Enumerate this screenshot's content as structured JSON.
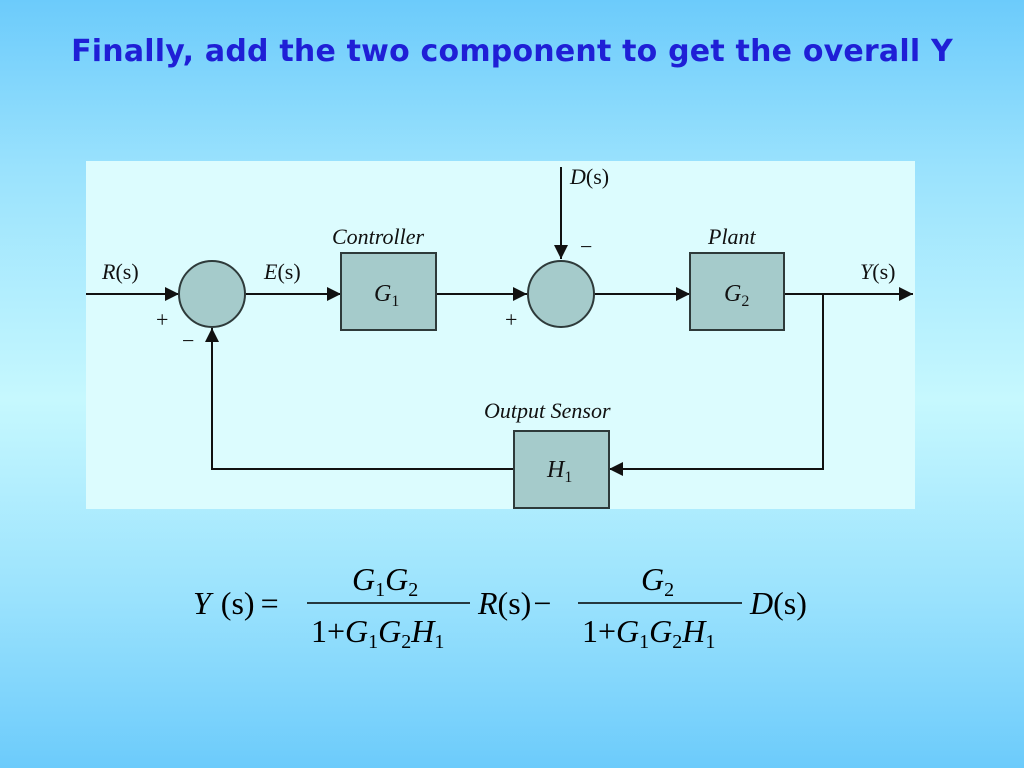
{
  "title": "Finally, add the two component to get the overall Y",
  "diagram": {
    "blocks": {
      "controller": {
        "label": "Controller",
        "symbol": "G",
        "sub": "1"
      },
      "plant": {
        "label": "Plant",
        "symbol": "G",
        "sub": "2"
      },
      "sensor": {
        "label": "Output Sensor",
        "symbol": "H",
        "sub": "1"
      }
    },
    "signals": {
      "input": {
        "sym": "R",
        "arg": "(s)"
      },
      "error": {
        "sym": "E",
        "arg": "(s)"
      },
      "disturbance": {
        "sym": "D",
        "arg": "(s)"
      },
      "output": {
        "sym": "Y",
        "arg": "(s)"
      }
    },
    "signs": {
      "sum1_input": "+",
      "sum1_feedback": "−",
      "sum2_input": "+",
      "sum2_disturbance": "−"
    }
  },
  "equation": {
    "lhs": {
      "sym": "Y",
      "arg": "(s)",
      "eq": "="
    },
    "term1": {
      "num": [
        [
          "G",
          "1"
        ],
        [
          "G",
          "2"
        ]
      ],
      "den_const": "1+",
      "den": [
        [
          "G",
          "1"
        ],
        [
          "G",
          "2"
        ],
        [
          "H",
          "1"
        ]
      ],
      "mult": {
        "sym": "R",
        "arg": "(s)"
      }
    },
    "minus": "−",
    "term2": {
      "num": [
        [
          "G",
          "2"
        ]
      ],
      "den_const": "1+",
      "den": [
        [
          "G",
          "1"
        ],
        [
          "G",
          "2"
        ],
        [
          "H",
          "1"
        ]
      ],
      "mult": {
        "sym": "D",
        "arg": "(s)"
      }
    }
  },
  "colors": {
    "block_fill": "#a5cbcb",
    "block_stroke": "#2e3a3a",
    "title": "#1f1fd6"
  }
}
